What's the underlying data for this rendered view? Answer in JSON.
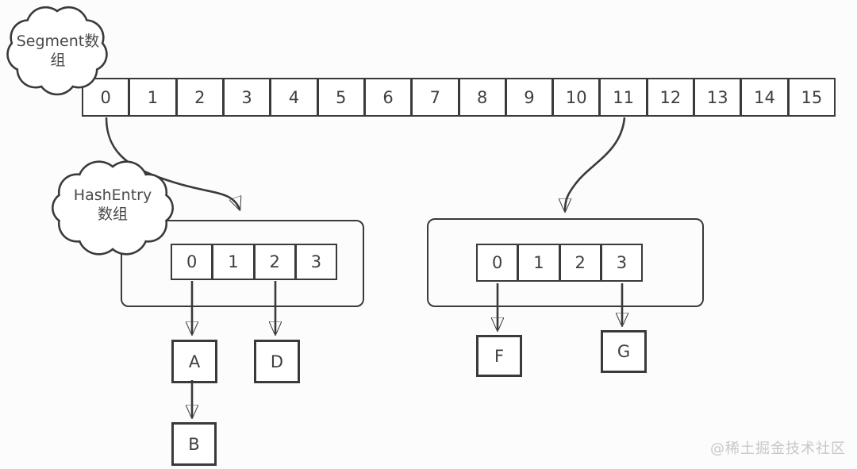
{
  "diagram": {
    "segment_cloud": {
      "line1": "Segment数",
      "line2": "组"
    },
    "hashentry_cloud": {
      "line1": "HashEntry",
      "line2": "数组"
    },
    "segment_array": {
      "cells": [
        "0",
        "1",
        "2",
        "3",
        "4",
        "5",
        "6",
        "7",
        "8",
        "9",
        "10",
        "11",
        "12",
        "13",
        "14",
        "15"
      ]
    },
    "left_bucket": {
      "cells": [
        "0",
        "1",
        "2",
        "3"
      ]
    },
    "right_bucket": {
      "cells": [
        "0",
        "1",
        "2",
        "3"
      ]
    },
    "nodes": {
      "a": "A",
      "b": "B",
      "d": "D",
      "f": "F",
      "g": "G"
    },
    "edges": [
      {
        "from": "segment-cell-0",
        "to": "left-hashentry-bucket"
      },
      {
        "from": "segment-cell-11",
        "to": "right-hashentry-bucket"
      },
      {
        "from": "left-hashentry-cell-0",
        "to": "node-A"
      },
      {
        "from": "left-hashentry-cell-2",
        "to": "node-D"
      },
      {
        "from": "node-A",
        "to": "node-B"
      },
      {
        "from": "right-hashentry-cell-0",
        "to": "node-F"
      },
      {
        "from": "right-hashentry-cell-3",
        "to": "node-G"
      }
    ]
  },
  "watermark": "@稀土掘金技术社区",
  "colors": {
    "stroke": "#3a3a3a",
    "text": "#3f3f3f",
    "watermark": "#c7c7c7",
    "background": "#fcfcfc"
  }
}
